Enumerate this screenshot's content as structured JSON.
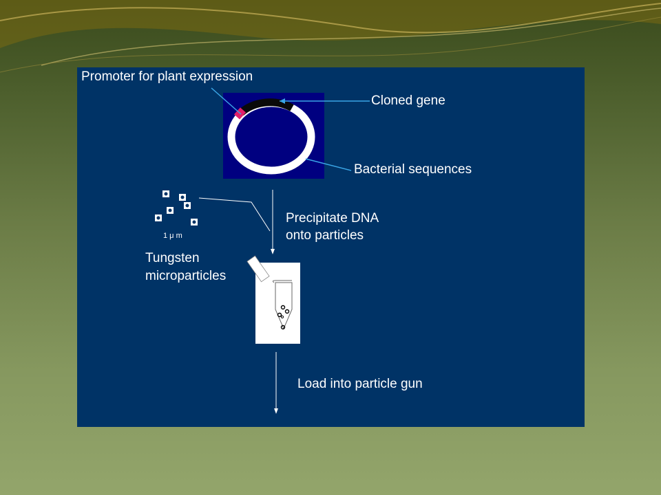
{
  "diagram": {
    "labels": {
      "promoter": "Promoter for plant expression",
      "cloned_gene": "Cloned gene",
      "bacterial": "Bacterial sequences",
      "precipitate_1": "Precipitate DNA",
      "precipitate_2": "onto particles",
      "tungsten_1": "Tungsten",
      "tungsten_2": "microparticles",
      "scale": "1 μ m",
      "load": "Load into particle gun"
    }
  },
  "colors": {
    "panel": "#003366",
    "plasmid_box": "#000080",
    "promoter": "#e0206a",
    "arrow": "#3aa6e6"
  }
}
